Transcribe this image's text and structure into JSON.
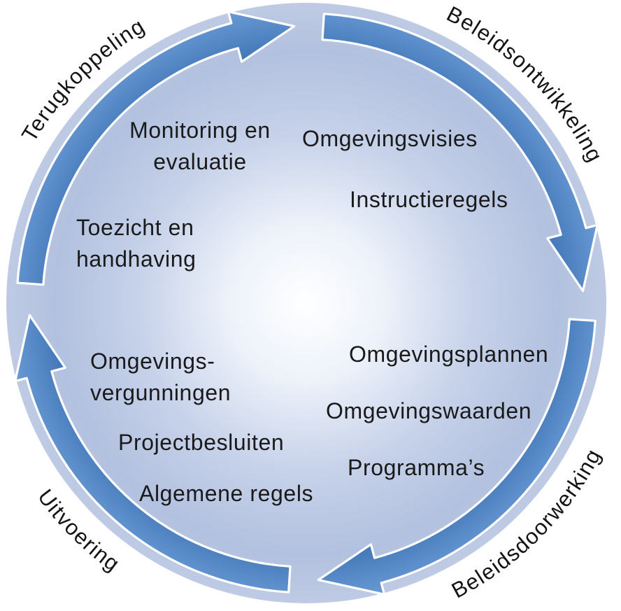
{
  "diagram": {
    "type": "circular-policy-cycle",
    "phases": [
      {
        "id": "terugkoppeling",
        "label": "Terugkoppeling"
      },
      {
        "id": "beleidsontwikkeling",
        "label": "Beleidsontwikkeling"
      },
      {
        "id": "beleidsdoorwerking",
        "label": "Beleidsdoorwerking"
      },
      {
        "id": "uitvoering",
        "label": "Uitvoering"
      }
    ],
    "items": [
      {
        "id": "monitoring-evaluatie",
        "text": "Monitoring en\nevaluatie"
      },
      {
        "id": "omgevingsvisies",
        "text": "Omgevingsvisies"
      },
      {
        "id": "instructieregels",
        "text": "Instructieregels"
      },
      {
        "id": "toezicht-handhaving",
        "text": "Toezicht en\nhandhaving"
      },
      {
        "id": "omgevingsplannen",
        "text": "Omgevingsplannen"
      },
      {
        "id": "omgevingsvergunningen",
        "text": "Omgevings-\nvergunningen"
      },
      {
        "id": "omgevingswaarden",
        "text": "Omgevingswaarden"
      },
      {
        "id": "projectbesluiten",
        "text": "Projectbesluiten"
      },
      {
        "id": "programmas",
        "text": "Programma’s"
      },
      {
        "id": "algemene-regels",
        "text": "Algemene regels"
      }
    ],
    "colors": {
      "circle_center": "#ffffff",
      "circle_inner": "#edf2fa",
      "circle_mid": "#c7d2ea",
      "circle_outer": "#b2c1df",
      "circle_edge": "#bfcbe4",
      "arrow_inner": "#3c70b2",
      "arrow_outer": "#699bd5",
      "arrow_outline": "#ffffff",
      "text": "#1a1a1a"
    }
  }
}
